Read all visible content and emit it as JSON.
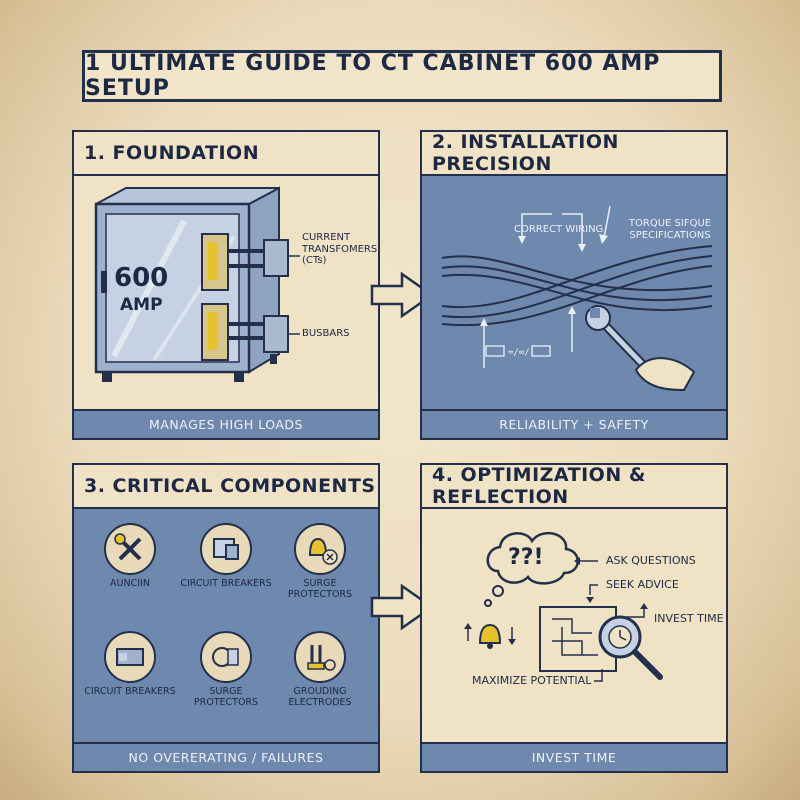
{
  "title": "1 ULTIMATE GUIDE TO CT CABINET 600 AMP SETUP",
  "panels": [
    {
      "heading": "1. FOUNDATION",
      "footer": "MANAGES HIGH LOADS",
      "cabinet_label": "600",
      "cabinet_unit": "AMP",
      "labels": {
        "ct": "CURRENT TRANSFOMERS (CTs)",
        "busbars": "BUSBARS"
      }
    },
    {
      "heading": "2. INSTALLATION PRECISION",
      "footer": "RELIABILITY + SAFETY",
      "labels": {
        "wiring": "CORRECT WIRING",
        "torque": "TORQUE SIFQUE SPECIFICATIONS"
      }
    },
    {
      "heading": "3. CRITICAL COMPONENTS",
      "footer": "NO OVERERATING / FAILURES",
      "components": [
        {
          "label": "AUNCIIN",
          "icon": "tools-icon"
        },
        {
          "label": "CIRCUIT BREAKERS",
          "icon": "breaker-icon"
        },
        {
          "label": "SURGE PROTECTORS",
          "icon": "bell-warning-icon"
        },
        {
          "label": "CIRCUIT BREAKERS",
          "icon": "breaker-block-icon"
        },
        {
          "label": "SURGE PROTECTORS",
          "icon": "surge-device-icon"
        },
        {
          "label": "GROUDING ELECTRODES",
          "icon": "grounding-icon"
        }
      ]
    },
    {
      "heading": "4. OPTIMIZATION & REFLECTION",
      "footer": "INVEST TIME",
      "thought": "??!",
      "labels": {
        "ask": "ASK QUESTIONS",
        "seek": "SEEK ADVICE",
        "invest": "INVEST TIME",
        "maximize": "MAXIMIZE POTENTIAL"
      }
    }
  ],
  "colors": {
    "ink": "#23304c",
    "panel_blue": "#6f88ad",
    "paper": "#f0e2c4",
    "accent_yellow": "#e6c22e"
  }
}
